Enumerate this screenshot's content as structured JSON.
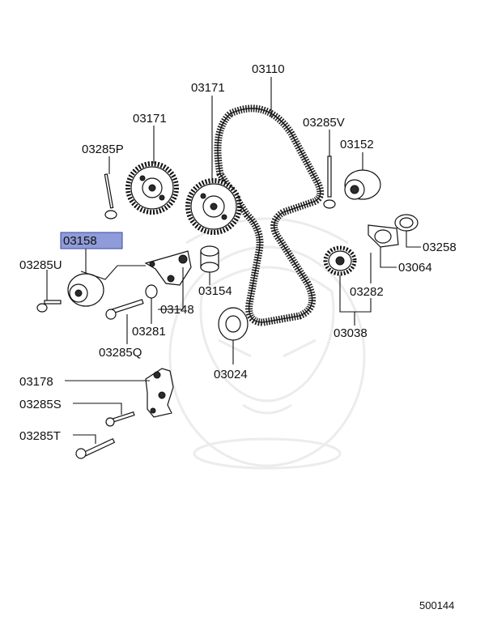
{
  "diagram": {
    "doc_number": "500144",
    "labels": {
      "l03110": "03110",
      "l03171a": "03171",
      "l03171b": "03171",
      "l03285V": "03285V",
      "l03285P": "03285P",
      "l03152": "03152",
      "l03158": "03158",
      "l03258": "03258",
      "l03285U": "03285U",
      "l03064": "03064",
      "l03154": "03154",
      "l03282": "03282",
      "l03148": "03148",
      "l03281": "03281",
      "l03038": "03038",
      "l03285Q": "03285Q",
      "l03024": "03024",
      "l03178": "03178",
      "l03285S": "03285S",
      "l03285T": "03285T"
    },
    "highlight_color": "#8f9cd9"
  }
}
